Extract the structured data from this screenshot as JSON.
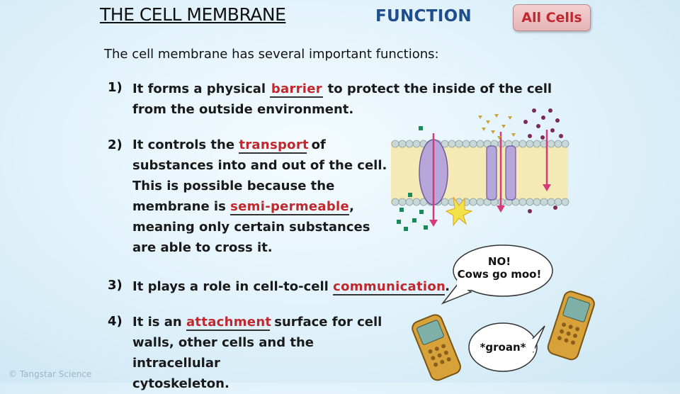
{
  "slide": {
    "title": "THE CELL MEMBRANE",
    "section": "FUNCTION",
    "badge": "All Cells",
    "intro": "The cell membrane has several important functions:"
  },
  "points": [
    {
      "number": "1)",
      "text_before": "It forms a physical",
      "answer": "barrier",
      "text_after": "to protect the inside of the cell",
      "line2": "from the outside environment."
    },
    {
      "number": "2)",
      "text_before": "It controls the",
      "answer": "transport",
      "text_after": "of",
      "line2": "substances into and out of the cell.",
      "line3": "This is possible because the",
      "line4_before": "membrane is",
      "answer2": "semi-permeable",
      "line4_after": ",",
      "line5": "meaning only certain substances",
      "line6": "are able to cross it."
    },
    {
      "number": "3)",
      "text_before": "It plays a role in cell-to-cell",
      "answer": "communication",
      "text_after": "."
    },
    {
      "number": "4)",
      "text_before": "It is an",
      "answer": "attachment",
      "text_after": "surface for cell",
      "line2": "walls, other cells and the intracellular",
      "line3": "cytoskeleton."
    }
  ],
  "phones": {
    "speech_top_line1": "NO!",
    "speech_top_line2": "Cows go moo!",
    "speech_bottom": "*groan*"
  },
  "copyright": "© Tangstar Science",
  "colors": {
    "answer": "#c0282e",
    "section": "#1f4e8c",
    "membrane_head": "#c8d8d8",
    "membrane_core": "#f5e9b5",
    "protein": "#b7a6d9",
    "arrow": "#d63a7a"
  }
}
